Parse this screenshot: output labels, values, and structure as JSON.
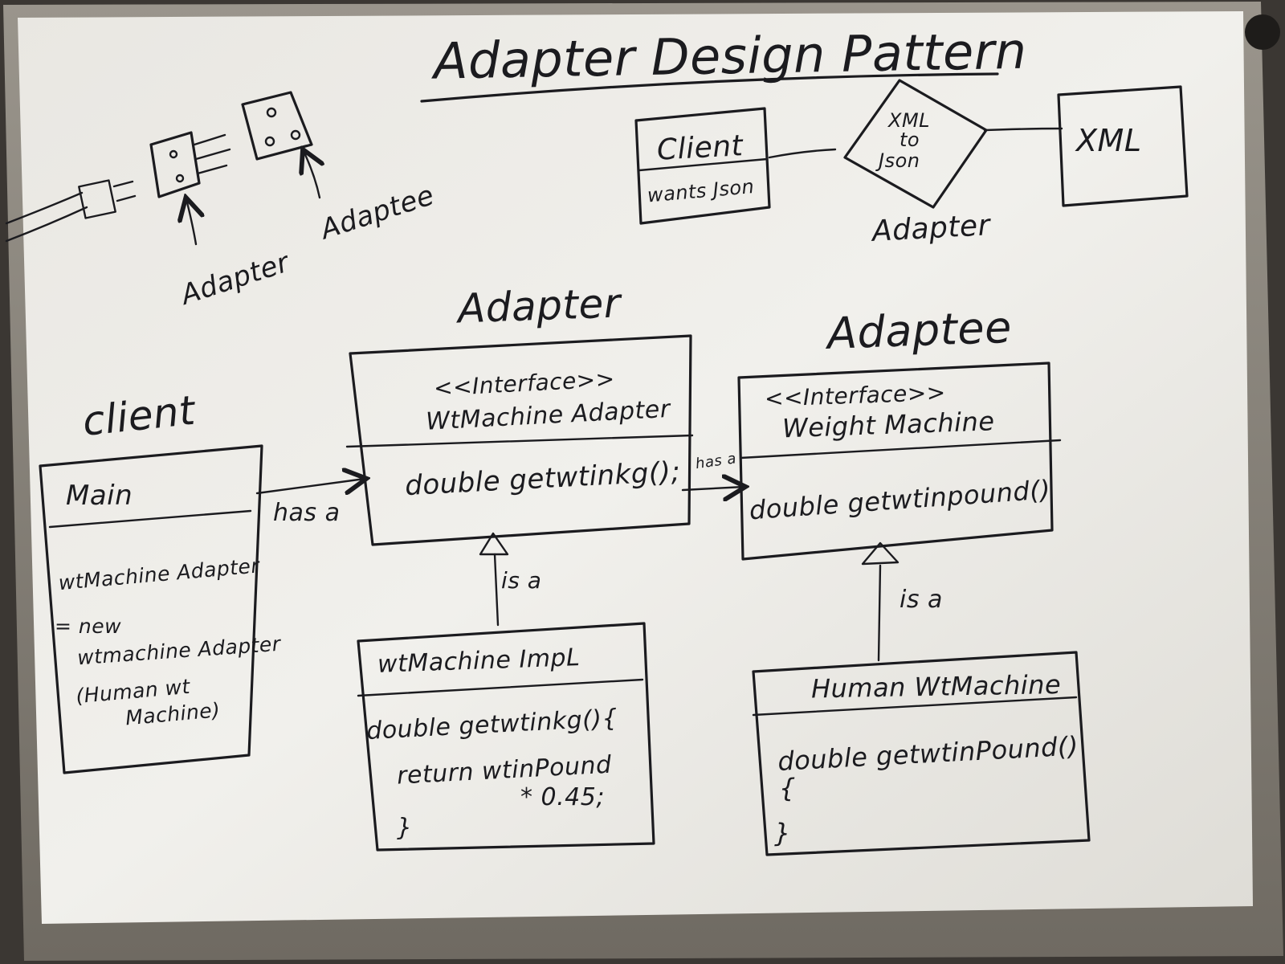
{
  "title": "Adapter Design Pattern",
  "plug_sketch": {
    "adapter_label": "Adapter",
    "adaptee_label": "Adaptee"
  },
  "top_example": {
    "client_label": "Client",
    "client_note": "wants Json",
    "adapter_box_line1": "XML",
    "adapter_box_line2": "to",
    "adapter_box_line3": "Json",
    "adapter_label": "Adapter",
    "xml_label": "XML"
  },
  "uml": {
    "client_heading": "client",
    "adapter_heading": "Adapter",
    "adaptee_heading": "Adaptee",
    "main_class": {
      "name": "Main",
      "body_line1": "wtMachine Adapter",
      "body_line2": "= new",
      "body_line3": "wtmachine Adapter",
      "body_line4": "(Human wt",
      "body_line5": "Machine)"
    },
    "adapter_interface": {
      "stereotype": "<<Interface>>",
      "name": "WtMachine Adapter",
      "method": "double getwtinkg();"
    },
    "adaptee_interface": {
      "stereotype": "<<Interface>>",
      "name": "Weight Machine",
      "method": "double getwtinpound()"
    },
    "adapter_impl": {
      "name": "wtMachine ImpL",
      "line1": "double getwtinkg(){",
      "line2": "return wtinPound",
      "line3": "* 0.45;",
      "line4": "}"
    },
    "adaptee_impl": {
      "name": "Human WtMachine",
      "line1": "double getwtinPound()",
      "line2": "{",
      "line3": "}"
    },
    "relation_has_a_main": "has a",
    "relation_has_a_adapter": "has a",
    "relation_is_a_adapter": "is a",
    "relation_is_a_adaptee": "is a"
  }
}
